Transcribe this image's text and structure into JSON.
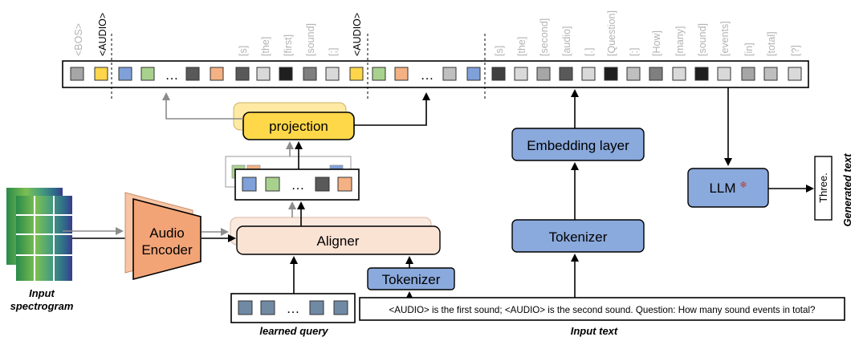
{
  "sequence_top_labels": [
    {
      "text": "<BOS>",
      "active": false
    },
    {
      "text": "<AUDIO>",
      "active": true
    },
    {
      "text": "[s]",
      "active": false
    },
    {
      "text": "[the]",
      "active": false
    },
    {
      "text": "[first]",
      "active": false
    },
    {
      "text": "[sound]",
      "active": false
    },
    {
      "text": "[;]",
      "active": false
    },
    {
      "text": "<AUDIO>",
      "active": true
    },
    {
      "text": "[s]",
      "active": false
    },
    {
      "text": "[the]",
      "active": false
    },
    {
      "text": "[second]",
      "active": false
    },
    {
      "text": "[audio]",
      "active": false
    },
    {
      "text": "[.]",
      "active": false
    },
    {
      "text": "[Question]",
      "active": false
    },
    {
      "text": "[:]",
      "active": false
    },
    {
      "text": "[How]",
      "active": false
    },
    {
      "text": "[many]",
      "active": false
    },
    {
      "text": "[sound]",
      "active": false
    },
    {
      "text": "[events]",
      "active": false
    },
    {
      "text": "[in]",
      "active": false
    },
    {
      "text": "[total]",
      "active": false
    },
    {
      "text": "[?]",
      "active": false
    }
  ],
  "ellipsis": "…",
  "blocks": {
    "projection": "projection",
    "aligner": "Aligner",
    "audio_encoder_line1": "Audio",
    "audio_encoder_line2": "Encoder",
    "tokenizer_small": "Tokenizer",
    "tokenizer_large": "Tokenizer",
    "embedding_layer": "Embedding layer",
    "llm": "LLM",
    "llm_mark": "❄"
  },
  "captions": {
    "input_spectrogram_line1": "Input",
    "input_spectrogram_line2": "spectrogram",
    "learned_query": "learned query",
    "input_text": "Input text",
    "generated_text": "Generated text"
  },
  "input_text": "<AUDIO> is the first sound; <AUDIO> is the second sound. Question: How many sound events in total?",
  "output_text": "Three.",
  "colors": {
    "blue_block": "#8aa9dc",
    "yellow_block": "#ffd84a",
    "peach_block": "#fbe3d4",
    "orange_encoder": "#f2a477",
    "token_blue": "#7fa0d9",
    "token_green": "#a9d18e",
    "token_orange": "#f4b183",
    "token_yellow": "#ffd54a"
  }
}
